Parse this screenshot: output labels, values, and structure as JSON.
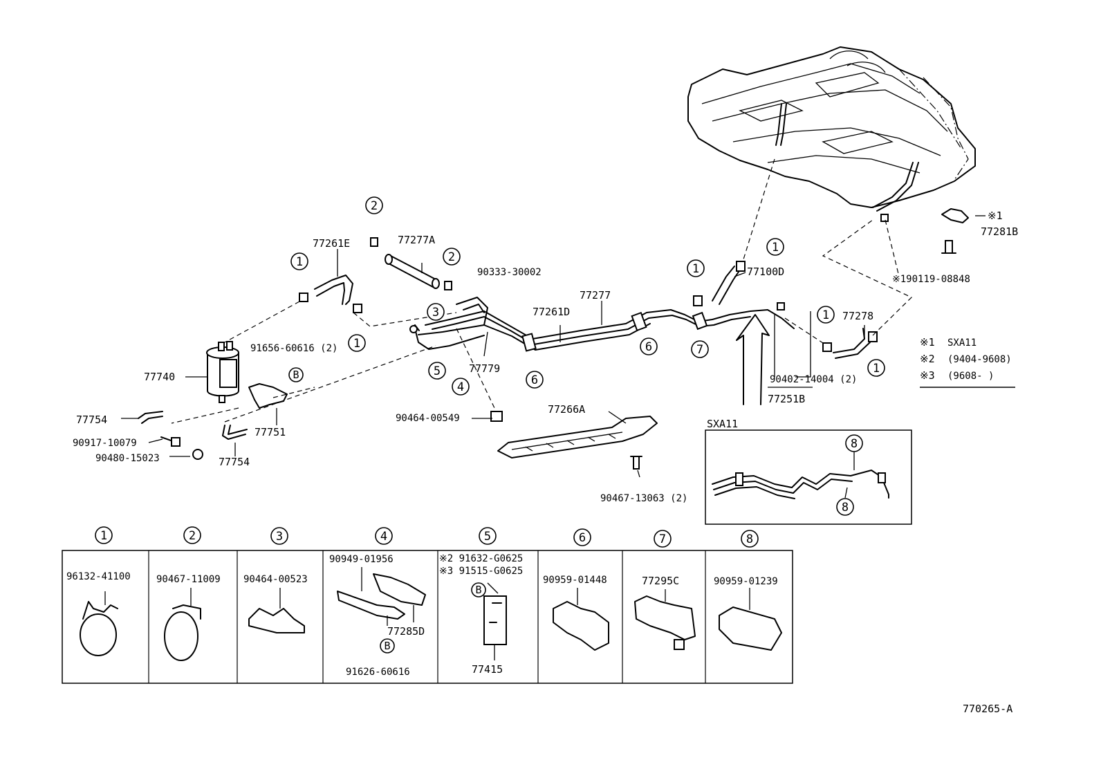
{
  "callouts": {
    "c77261E": "77261E",
    "c77277A": "77277A",
    "c90333": "90333-30002",
    "c77277": "77277",
    "c77261D": "77261D",
    "c77100D": "77100D",
    "c77281B": "77281B",
    "c77281B_note": "※1",
    "c190119": "※190119-08848",
    "c77278": "77278",
    "c90402": "90402-14004 (2)",
    "c77251B": "77251B",
    "c91656": "91656-60616 (2)",
    "c77740": "77740",
    "c77751": "77751",
    "c77754a": "77754",
    "c77754b": "77754",
    "c90917": "90917-10079",
    "c90480": "90480-15023",
    "c77779": "77779",
    "c90464_549": "90464-00549",
    "c77266A": "77266A",
    "c90467_13063": "90467-13063 (2)",
    "inset_title": "SXA11",
    "diagram_id": "770265-A"
  },
  "circle_labels": {
    "n1": "1",
    "n2": "2",
    "n3": "3",
    "n4": "4",
    "n5": "5",
    "n6": "6",
    "n7": "7",
    "n8": "8",
    "B": "B"
  },
  "legend": {
    "rows": [
      {
        "mark": "※1",
        "text": "SXA11"
      },
      {
        "mark": "※2",
        "text": "(9404-9608)"
      },
      {
        "mark": "※3",
        "text": "(9608-       )"
      }
    ]
  },
  "table": {
    "columns": [
      {
        "num": "1",
        "parts": [
          "96132-41100"
        ]
      },
      {
        "num": "2",
        "parts": [
          "90467-11009"
        ]
      },
      {
        "num": "3",
        "parts": [
          "90464-00523"
        ]
      },
      {
        "num": "4",
        "parts": [
          "90949-01956",
          "77285D",
          "91626-60616"
        ]
      },
      {
        "num": "5",
        "parts": [
          "※2 91632-G0625",
          "※3 91515-G0625",
          "77415"
        ]
      },
      {
        "num": "6",
        "parts": [
          "90959-01448"
        ]
      },
      {
        "num": "7",
        "parts": [
          "77295C"
        ]
      },
      {
        "num": "8",
        "parts": [
          "90959-01239"
        ]
      }
    ]
  }
}
